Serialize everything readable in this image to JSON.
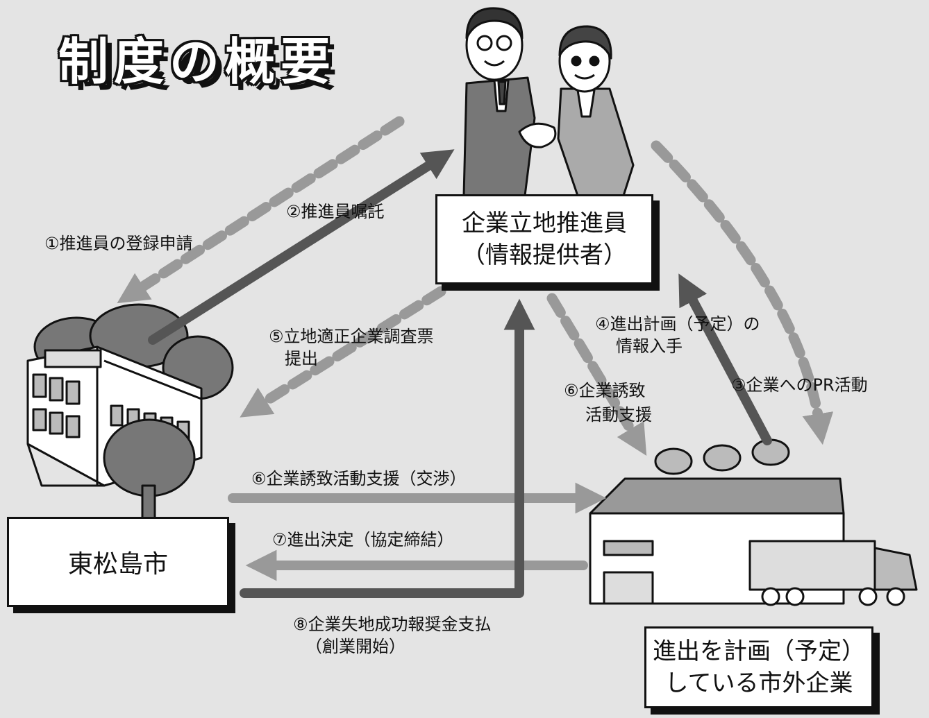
{
  "title": "制度の概要",
  "nodes": {
    "promoter": {
      "line1": "企業立地推進員",
      "line2": "（情報提供者）"
    },
    "city": {
      "label": "東松島市"
    },
    "company": {
      "line1": "進出を計画（予定）",
      "line2": "している市外企業"
    }
  },
  "flows": {
    "f1": "①推進員の登録申請",
    "f2": "②推進員嘱託",
    "f3": "③企業へのPR活動",
    "f4_line1": "④進出計画（予定）の",
    "f4_line2": "情報入手",
    "f5_line1": "⑤立地適正企業調査票",
    "f5_line2": "提出",
    "f6a_line1": "⑥企業誘致",
    "f6a_line2": "活動支援",
    "f6b": "⑥企業誘致活動支援（交渉）",
    "f7": "⑦進出決定（協定締結）",
    "f8_line1": "⑧企業失地成功報奨金支払",
    "f8_line2": "（創業開始）"
  },
  "colors": {
    "background": "#e4e4e4",
    "dark_arrow": "#555555",
    "light_arrow": "#999999",
    "dashed_arrow": "#999999",
    "outline": "#111111"
  }
}
